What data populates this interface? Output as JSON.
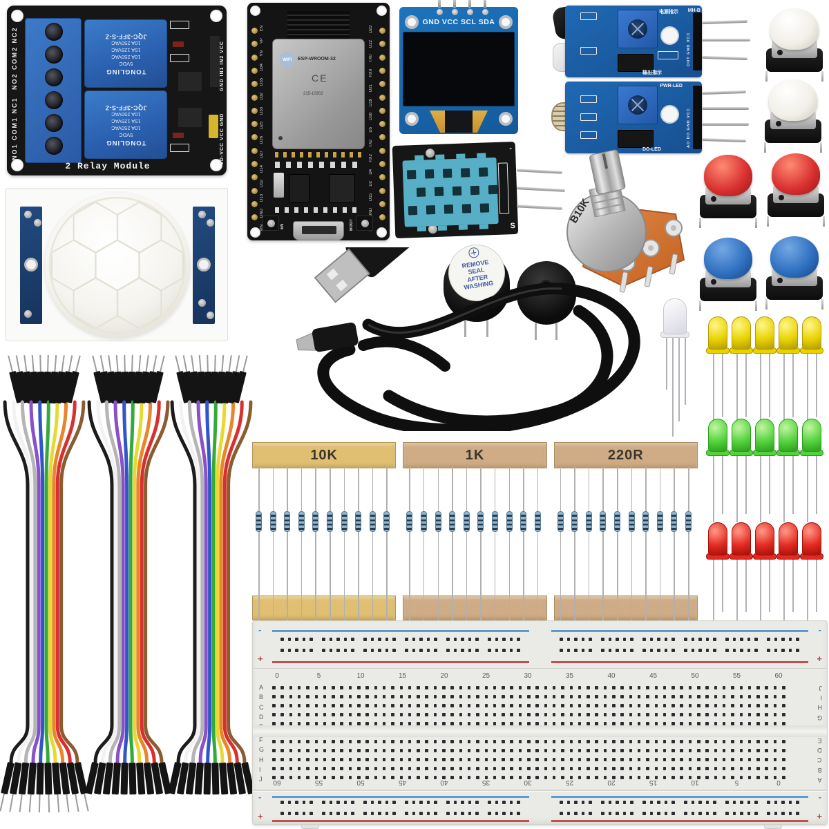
{
  "relay_module": {
    "title": "2 Relay Module",
    "terminal_labels": [
      "NO2 COM2 NC2",
      "NO1 COM1 NC1"
    ],
    "relay_model": "JQC-3FF-S-Z",
    "relay_specs": [
      "10A 250VAC",
      "15A 125VAC",
      "10A 250VAC",
      "5VDC"
    ],
    "relay_brand": "TONGLING",
    "io_header_label": "GND IN1 IN2 VCC",
    "power_header_label": "JD-VCC VCC GND"
  },
  "esp32": {
    "module_name": "ESP-WROOM-32",
    "wifi_text": "WiFi",
    "ce_text": "CE",
    "cert_text": "215-10302",
    "left_pins": [
      "EN",
      "VP",
      "VN",
      "D34",
      "D35",
      "D32",
      "D33",
      "D25",
      "D26",
      "D27",
      "D14",
      "D12",
      "D13",
      "GND",
      "VIN"
    ],
    "right_pins": [
      "D23",
      "D22",
      "TX0",
      "RX0",
      "D21",
      "D19",
      "D18",
      "D5",
      "TX2",
      "RX2",
      "D4",
      "D2",
      "D15",
      "GND",
      "3V3"
    ],
    "en_button_label": "EN",
    "boot_button_label": "BOOT"
  },
  "oled_module": {
    "pin_labels": "GND VCC SCL SDA"
  },
  "flame_sensor": {
    "power_label": "电源指示",
    "model_label": "MH-B",
    "output_label": "输出指示",
    "pin_labels": "OUT GND VCC"
  },
  "light_sensor": {
    "power_label": "PWR-LED",
    "output_label": "DO-LED",
    "pin_labels": "AO DO GND VCC"
  },
  "dht11": {
    "signal_label": "S",
    "polarity_label": "-"
  },
  "potentiometer": {
    "label": "B10K"
  },
  "active_buzzer": {
    "sticker_lines": [
      "REMOVE",
      "SEAL",
      "AFTER",
      "WASHING"
    ]
  },
  "push_buttons": [
    {
      "cap_color": "white",
      "hex": "#f2efe8",
      "count": 2
    },
    {
      "cap_color": "red",
      "hex": "#d83030",
      "count": 2
    },
    {
      "cap_color": "blue",
      "hex": "#2e6fc0",
      "count": 2
    }
  ],
  "resistor_strips": [
    {
      "label": "10K",
      "count": 10,
      "tape_hex": "#e0bf72"
    },
    {
      "label": "1K",
      "count": 10,
      "tape_hex": "#cfac85"
    },
    {
      "label": "220R",
      "count": 10,
      "tape_hex": "#cfac85"
    }
  ],
  "leds": {
    "rgb": {
      "count": 1
    },
    "rows": [
      {
        "color": "yellow",
        "hex": "#e8d200",
        "count": 5
      },
      {
        "color": "green",
        "hex": "#53d23c",
        "count": 5
      },
      {
        "color": "red",
        "hex": "#e32a22",
        "count": 5
      }
    ]
  },
  "jumper_bundles": {
    "count": 3,
    "wires_per_bundle": 10,
    "wire_colors": [
      "#1c1c1c",
      "#f2f2f2",
      "#b5b5b5",
      "#8a50c8",
      "#3056c8",
      "#35aa3c",
      "#e8d832",
      "#e8862c",
      "#d83030",
      "#8a5c30"
    ]
  },
  "breadboard": {
    "column_numbers": [
      "0",
      "5",
      "10",
      "15",
      "20",
      "25",
      "30",
      "35",
      "40",
      "45",
      "50",
      "55",
      "60"
    ],
    "row_letters_top": [
      "A",
      "B",
      "C",
      "D",
      "E"
    ],
    "row_letters_bottom": [
      "F",
      "G",
      "H",
      "I",
      "J"
    ],
    "minus_symbol": "-",
    "plus_symbol": "+"
  }
}
